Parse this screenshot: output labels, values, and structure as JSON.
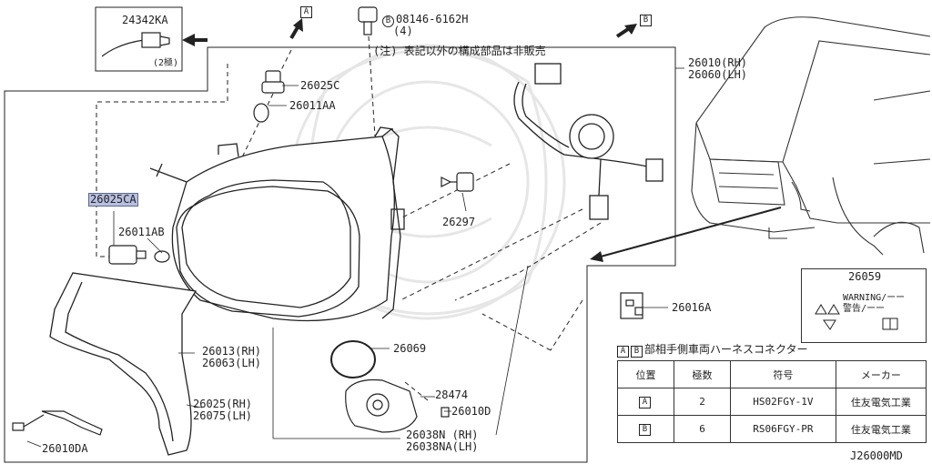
{
  "labels": {
    "pn_24342KA": "24342KA",
    "count_2": "(2極)",
    "callout_A": "A",
    "callout_B": "B",
    "bolt_prefix": "B",
    "bolt_pn": "08146-6162H",
    "bolt_qty": "(4)",
    "note": "(注) 表記以外の構成部品は非販売",
    "pn_26025C": "26025C",
    "pn_26011AA": "26011AA",
    "pn_26025CA": "26025CA",
    "pn_26011AB": "26011AB",
    "pn_26297": "26297",
    "pn_26010_rh": "26010(RH)",
    "pn_26060_lh": "26060(LH)",
    "pn_26059": "26059",
    "pn_26016A": "26016A",
    "pn_26013_rh": "26013(RH)",
    "pn_26063_lh": "26063(LH)",
    "pn_26069": "26069",
    "pn_26025_rh": "26025(RH)",
    "pn_26075_lh": "26075(LH)",
    "pn_28474": "28474",
    "pn_26010D": "26010D",
    "pn_26038N_rh": "26038N (RH)",
    "pn_26038NA_lh": "26038NA(LH)",
    "pn_26010DA": "26010DA",
    "diagram_code": "J26000MD",
    "warning_text": "WARNING/ーー",
    "warning_sub": "警告/ーー"
  },
  "legend": {
    "a": "A",
    "b": "B",
    "title": "部相手側車両ハーネスコネクター"
  },
  "table": {
    "headers": [
      "位置",
      "極数",
      "符号",
      "メーカー"
    ],
    "rows": [
      {
        "pos": "A",
        "poles": "2",
        "code": "HS02FGY-1V",
        "maker": "住友電気工業"
      },
      {
        "pos": "B",
        "poles": "6",
        "code": "RS06FGY-PR",
        "maker": "住友電気工業"
      }
    ]
  },
  "colors": {
    "line": "#222222",
    "highlight": "#b8bfe0",
    "watermark": "#e6e6e6"
  }
}
